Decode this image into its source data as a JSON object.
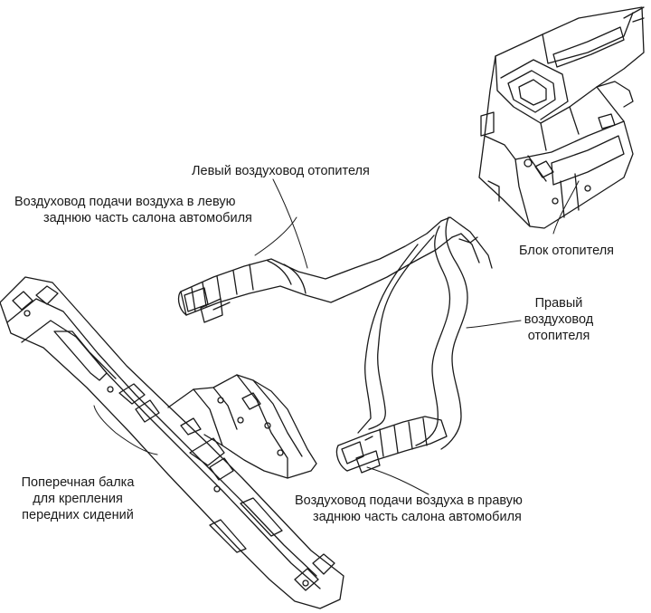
{
  "labels": {
    "left_heater_duct": "Левый воздуховод отопителя",
    "left_rear_duct": [
      "Воздуховод подачи воздуха в левую",
      "заднюю часть салона автомобиля"
    ],
    "heater_unit": "Блок отопителя",
    "right_heater_duct": [
      "Правый",
      "воздуховод",
      "отопителя"
    ],
    "cross_member": [
      "Поперечная балка",
      "для крепления",
      "передних сидений"
    ],
    "right_rear_duct": [
      "Воздуховод подачи воздуха в правую",
      "заднюю часть салона автомобиля"
    ]
  },
  "colors": {
    "ink": "#1a1a1a",
    "paper": "#ffffff"
  }
}
